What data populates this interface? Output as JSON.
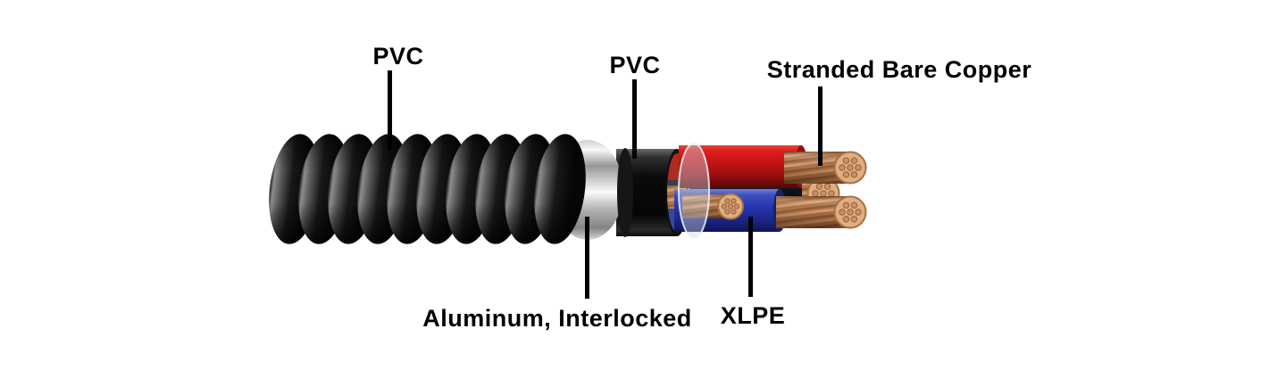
{
  "labels": {
    "pvc_outer": {
      "text": "PVC",
      "points_to": "outer corrugated jacket"
    },
    "pvc_inner": {
      "text": "PVC",
      "points_to": "inner jacket"
    },
    "stranded_bare_copper": {
      "text": "Stranded Bare Copper",
      "points_to": "conductor strands"
    },
    "aluminum_interlocked": {
      "text": "Aluminum, Interlocked",
      "points_to": "armor band"
    },
    "xlpe": {
      "text": "XLPE",
      "points_to": "conductor insulation"
    }
  },
  "colors": {
    "background": "#ffffff",
    "label_text": "#000000",
    "pointer_line": "#000000",
    "armor_black": "#141414",
    "armor_highlight": "#8a8a8a",
    "aluminum_silver": "#d9d9d9",
    "inner_jacket_black": "#0a0a0a",
    "copper": "#bc7e52",
    "copper_face": "#dfae82",
    "insulation_red": "#c61414",
    "insulation_black": "#10121c",
    "insulation_blue": "#2734ae",
    "binder_translucent": "#cdd4e0"
  }
}
